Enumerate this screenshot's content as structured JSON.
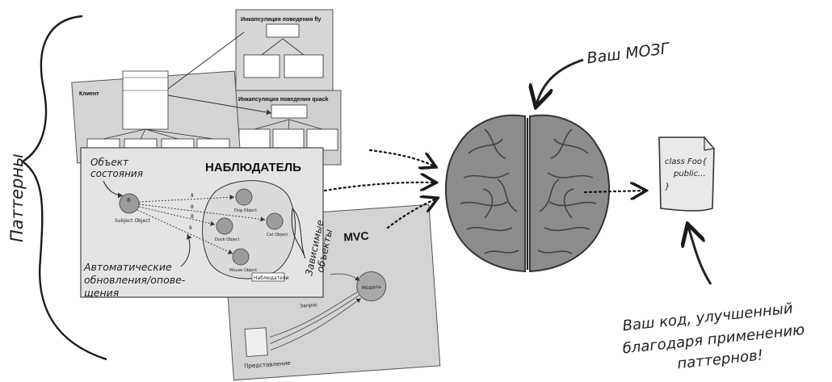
{
  "side_label": "Паттерны",
  "brain_label": "Ваш МОЗГ",
  "code_caption": [
    "Ваш код, улучшенный",
    "благодаря применению",
    "паттернов!"
  ],
  "code_doc": [
    "class Foo{",
    "public...",
    "}"
  ],
  "strategy_panel": {
    "client_title": "Клиент",
    "fly_title": "Инкапсуляция поведения fly",
    "quack_title": "Инкапсуляция поведения quack"
  },
  "observer_panel": {
    "title": "НАБЛЮДАТЕЛЬ",
    "subject_note": [
      "Объект",
      "состояния"
    ],
    "subject": "Subject Object",
    "value": "8",
    "dependents": [
      "Dog Object",
      "Cat Object",
      "Duck Object",
      "Mouse Object"
    ],
    "dependents_note": [
      "Зависимые",
      "объекты"
    ],
    "updates_note": [
      "Автоматические",
      "обновления/опове-",
      "щения"
    ],
    "observers_tag": "Наблюдатели"
  },
  "mvc_panel": {
    "title": "MVC",
    "model": "Модель",
    "view": "Представление",
    "request": "Запрос"
  },
  "colors": {
    "panel": "#d9d9d9",
    "panel_dark": "#c4c4c4",
    "ink": "#1a1a1a",
    "brain": "#8a8a8a"
  }
}
